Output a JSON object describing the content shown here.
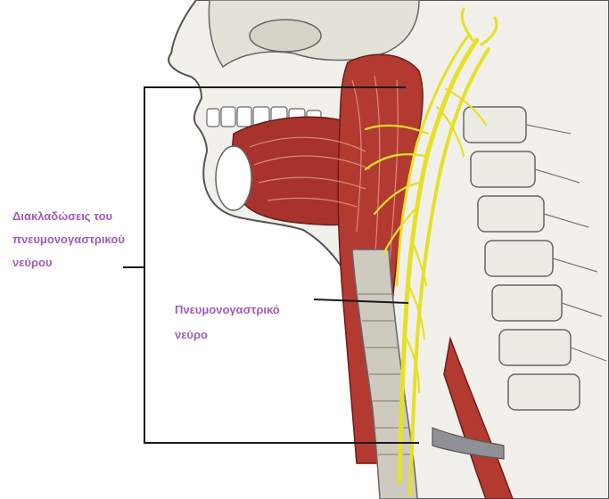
{
  "colors": {
    "label": "#a15bb8",
    "nerve": "#e6e027",
    "muscle": "#a8332c",
    "bone": "#ecebe4",
    "outline": "#555555",
    "bracket": "#1a1a1a"
  },
  "labels": {
    "branches": [
      "Διακλαδώσεις του",
      "πνευμονογαστρικού",
      "νεύρου"
    ],
    "vagus": [
      "Πνευμονογαστρικό",
      "νεύρο"
    ]
  }
}
